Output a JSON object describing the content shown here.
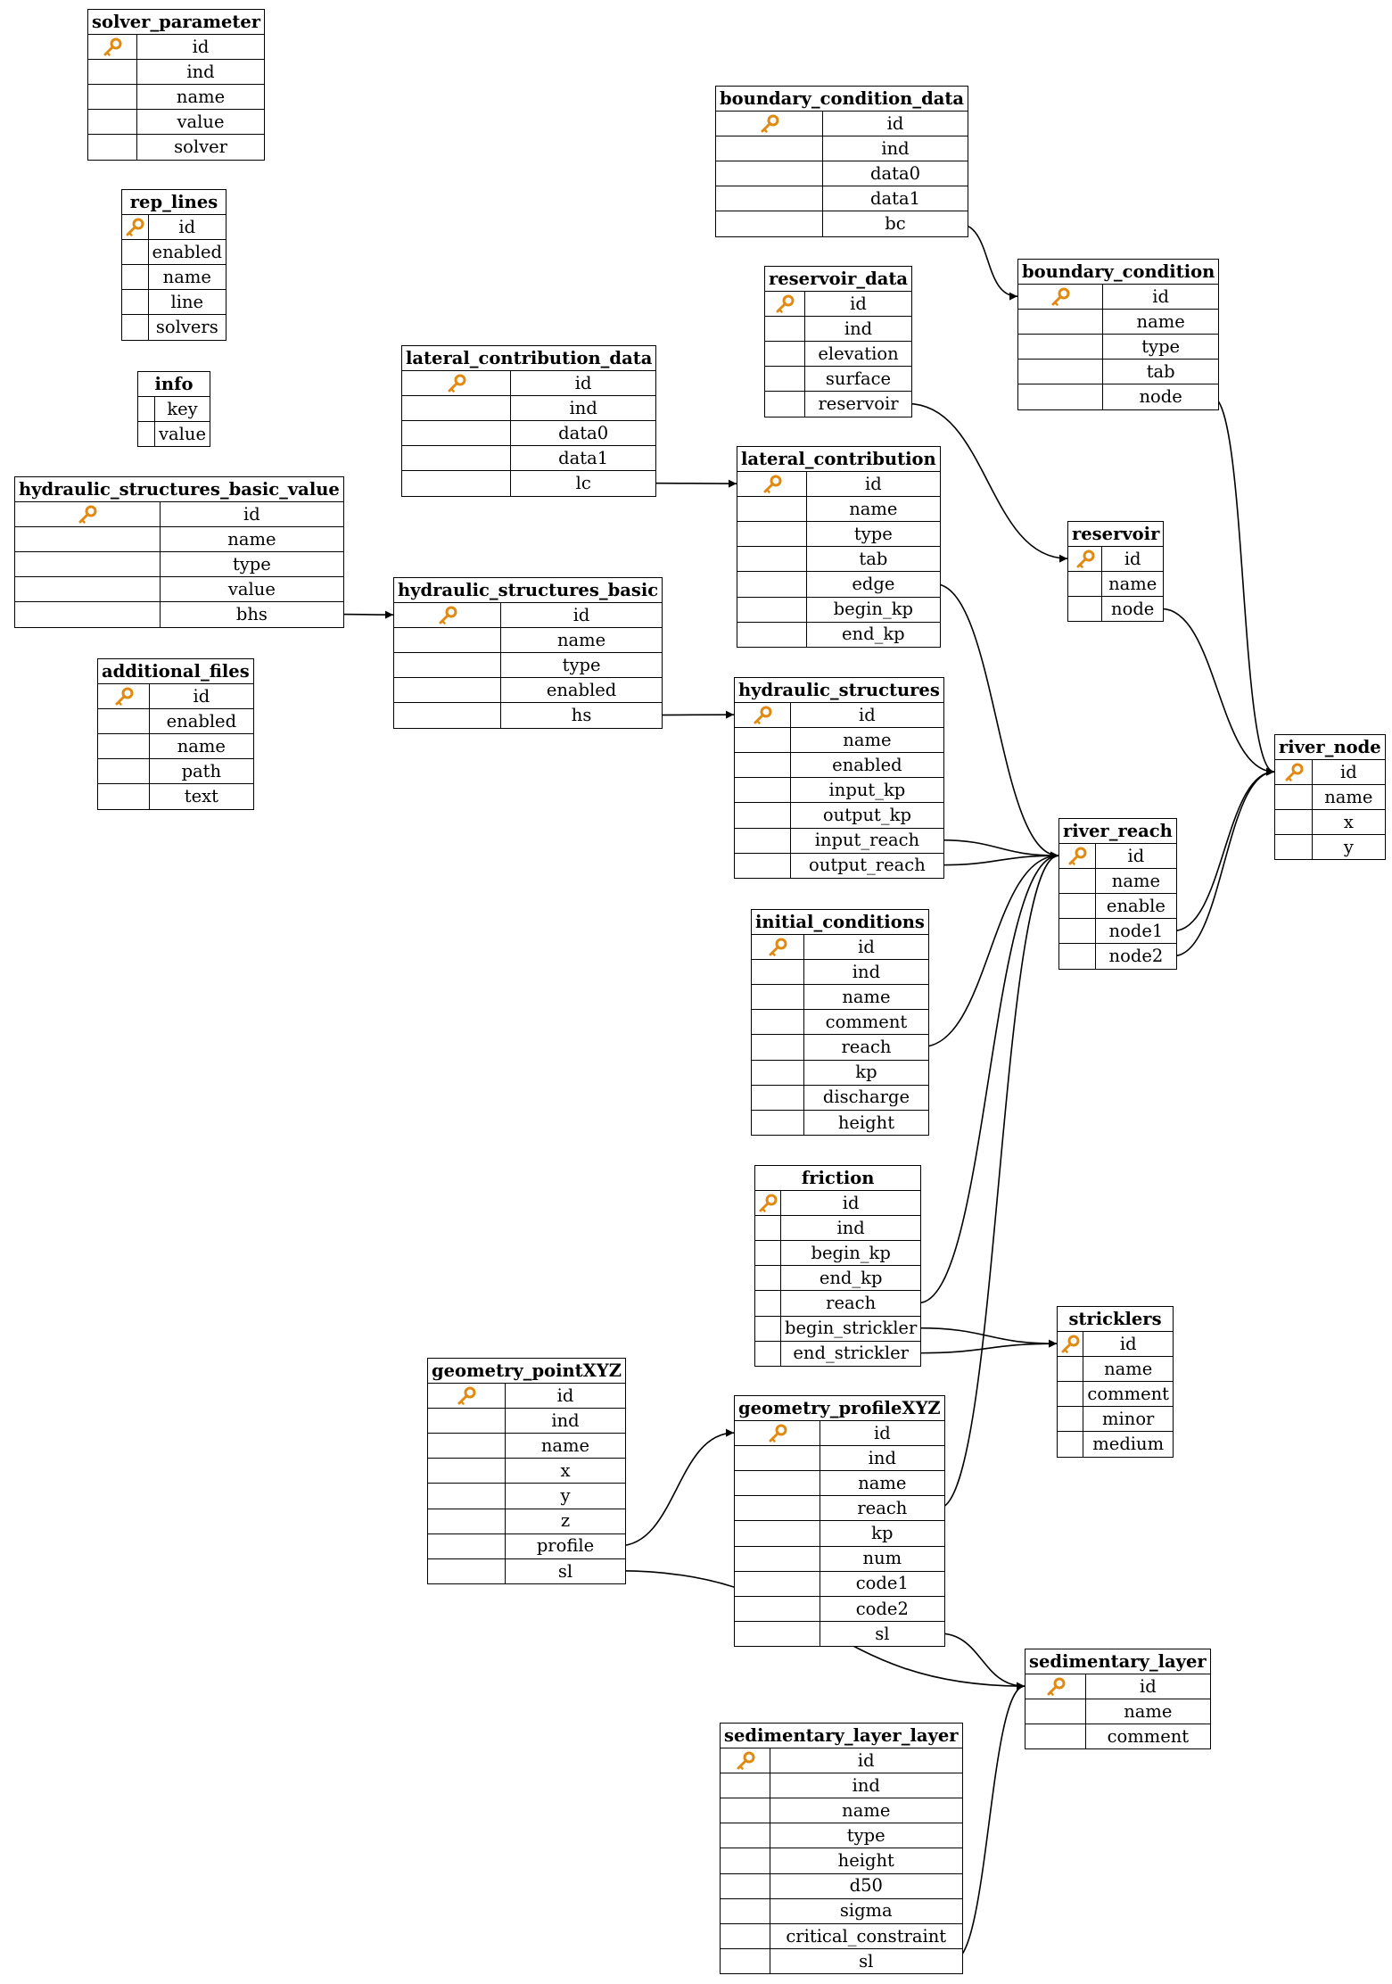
{
  "colors": {
    "key": "#e08a12",
    "line": "#000000"
  },
  "key_icon": "key-icon",
  "tables": [
    {
      "id": "solver_parameter",
      "name": "solver_parameter",
      "fields": [
        "id",
        "ind",
        "name",
        "value",
        "solver"
      ],
      "key_col": 55
    },
    {
      "id": "rep_lines",
      "name": "rep_lines",
      "fields": [
        "id",
        "enabled",
        "name",
        "line",
        "solvers"
      ],
      "key_col": 32
    },
    {
      "id": "info",
      "name": "info",
      "fields": [
        "key",
        "value"
      ],
      "key_col": 20,
      "no_key": true
    },
    {
      "id": "hydraulic_structures_basic_value",
      "name": "hydraulic_structures_basic_value",
      "fields": [
        "id",
        "name",
        "type",
        "value",
        "bhs"
      ],
      "key_col": 163
    },
    {
      "id": "additional_files",
      "name": "additional_files",
      "fields": [
        "id",
        "enabled",
        "name",
        "path",
        "text"
      ],
      "key_col": 58
    },
    {
      "id": "lateral_contribution_data",
      "name": "lateral_contribution_data",
      "fields": [
        "id",
        "ind",
        "data0",
        "data1",
        "lc"
      ],
      "key_col": 122
    },
    {
      "id": "hydraulic_structures_basic",
      "name": "hydraulic_structures_basic",
      "fields": [
        "id",
        "name",
        "type",
        "enabled",
        "hs"
      ],
      "key_col": 120
    },
    {
      "id": "boundary_condition_data",
      "name": "boundary_condition_data",
      "fields": [
        "id",
        "ind",
        "data0",
        "data1",
        "bc"
      ],
      "key_col": 120
    },
    {
      "id": "reservoir_data",
      "name": "reservoir_data",
      "fields": [
        "id",
        "ind",
        "elevation",
        "surface",
        "reservoir"
      ],
      "key_col": 45
    },
    {
      "id": "lateral_contribution",
      "name": "lateral_contribution",
      "fields": [
        "id",
        "name",
        "type",
        "tab",
        "edge",
        "begin_kp",
        "end_kp"
      ],
      "key_col": 78
    },
    {
      "id": "hydraulic_structures",
      "name": "hydraulic_structures",
      "fields": [
        "id",
        "name",
        "enabled",
        "input_kp",
        "output_kp",
        "input_reach",
        "output_reach"
      ],
      "key_col": 63
    },
    {
      "id": "initial_conditions",
      "name": "initial_conditions",
      "fields": [
        "id",
        "ind",
        "name",
        "comment",
        "reach",
        "kp",
        "discharge",
        "height"
      ],
      "key_col": 59
    },
    {
      "id": "friction",
      "name": "friction",
      "fields": [
        "id",
        "ind",
        "begin_kp",
        "end_kp",
        "reach",
        "begin_strickler",
        "end_strickler"
      ],
      "key_col": 31
    },
    {
      "id": "geometry_pointXYZ",
      "name": "geometry_pointXYZ",
      "fields": [
        "id",
        "ind",
        "name",
        "x",
        "y",
        "z",
        "profile",
        "sl"
      ],
      "key_col": 87
    },
    {
      "id": "geometry_profileXYZ",
      "name": "geometry_profileXYZ",
      "fields": [
        "id",
        "ind",
        "name",
        "reach",
        "kp",
        "num",
        "code1",
        "code2",
        "sl"
      ],
      "key_col": 96
    },
    {
      "id": "sedimentary_layer_layer",
      "name": "sedimentary_layer_layer",
      "fields": [
        "id",
        "ind",
        "name",
        "type",
        "height",
        "d50",
        "sigma",
        "critical_constraint",
        "sl"
      ],
      "key_col": 56
    },
    {
      "id": "boundary_condition",
      "name": "boundary_condition",
      "fields": [
        "id",
        "name",
        "type",
        "tab",
        "node"
      ],
      "key_col": 95
    },
    {
      "id": "reservoir",
      "name": "reservoir",
      "fields": [
        "id",
        "name",
        "node"
      ],
      "key_col": 38
    },
    {
      "id": "river_reach",
      "name": "river_reach",
      "fields": [
        "id",
        "name",
        "enable",
        "node1",
        "node2"
      ],
      "key_col": 41
    },
    {
      "id": "river_node",
      "name": "river_node",
      "fields": [
        "id",
        "name",
        "x",
        "y"
      ],
      "key_col": 42
    },
    {
      "id": "stricklers",
      "name": "stricklers",
      "fields": [
        "id",
        "name",
        "comment",
        "minor",
        "medium"
      ],
      "key_col": 30
    },
    {
      "id": "sedimentary_layer",
      "name": "sedimentary_layer",
      "fields": [
        "id",
        "name",
        "comment"
      ],
      "key_col": 68
    }
  ],
  "relations": [
    {
      "from": "boundary_condition_data.bc",
      "to": "boundary_condition.id"
    },
    {
      "from": "reservoir_data.reservoir",
      "to": "reservoir.id"
    },
    {
      "from": "lateral_contribution_data.lc",
      "to": "lateral_contribution.id"
    },
    {
      "from": "hydraulic_structures_basic_value.bhs",
      "to": "hydraulic_structures_basic.id"
    },
    {
      "from": "hydraulic_structures_basic.hs",
      "to": "hydraulic_structures.id"
    },
    {
      "from": "boundary_condition.node",
      "to": "river_node.id"
    },
    {
      "from": "reservoir.node",
      "to": "river_node.id"
    },
    {
      "from": "river_reach.node1",
      "to": "river_node.id"
    },
    {
      "from": "river_reach.node2",
      "to": "river_node.id"
    },
    {
      "from": "lateral_contribution.edge",
      "to": "river_reach.id"
    },
    {
      "from": "hydraulic_structures.input_reach",
      "to": "river_reach.id"
    },
    {
      "from": "hydraulic_structures.output_reach",
      "to": "river_reach.id"
    },
    {
      "from": "initial_conditions.reach",
      "to": "river_reach.id"
    },
    {
      "from": "friction.reach",
      "to": "river_reach.id"
    },
    {
      "from": "geometry_profileXYZ.reach",
      "to": "river_reach.id"
    },
    {
      "from": "friction.begin_strickler",
      "to": "stricklers.id"
    },
    {
      "from": "friction.end_strickler",
      "to": "stricklers.id"
    },
    {
      "from": "geometry_pointXYZ.profile",
      "to": "geometry_profileXYZ.id"
    },
    {
      "from": "geometry_pointXYZ.sl",
      "to": "sedimentary_layer.id"
    },
    {
      "from": "geometry_profileXYZ.sl",
      "to": "sedimentary_layer.id"
    },
    {
      "from": "sedimentary_layer_layer.sl",
      "to": "sedimentary_layer.id"
    }
  ]
}
